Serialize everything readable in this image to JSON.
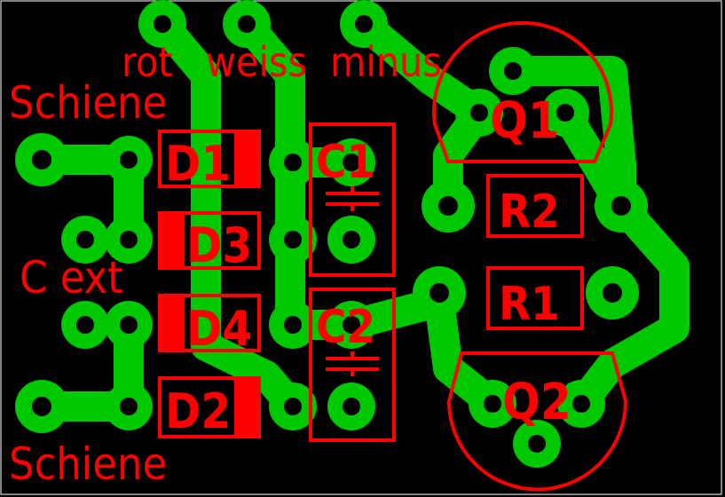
{
  "colors": {
    "background": "#000000",
    "copper": "#00c800",
    "silkscreen": "#ff0000",
    "pad_hole": "#000000",
    "frame": "#ffffff"
  },
  "labels": {
    "rot": "rot",
    "weiss": "weiss",
    "minus": "minus",
    "schiene_top": "Schiene",
    "cext": "C ext",
    "schiene_bottom": "Schiene"
  },
  "components": {
    "d1": "D1",
    "d2": "D2",
    "d3": "D3",
    "d4": "D4",
    "c1": "C1",
    "c2": "C2",
    "r1": "R1",
    "r2": "R2",
    "q1": "Q1",
    "q2": "Q2"
  }
}
